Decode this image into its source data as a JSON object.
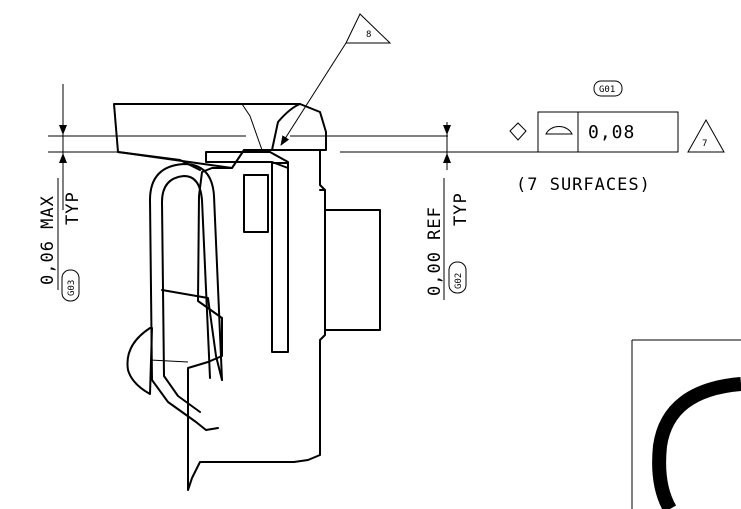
{
  "annotations": {
    "left_dimension": {
      "value": "0,06 MAX",
      "qualifier": "TYP",
      "label": "G03"
    },
    "right_dimension": {
      "value": "0,00 REF",
      "qualifier": "TYP",
      "label": "G02"
    },
    "tolerance": {
      "label": "G01",
      "value": "0,08",
      "note": "(7 SURFACES)",
      "symbol": "profile-of-a-surface"
    },
    "flags": {
      "top": "8",
      "right": "7"
    }
  }
}
